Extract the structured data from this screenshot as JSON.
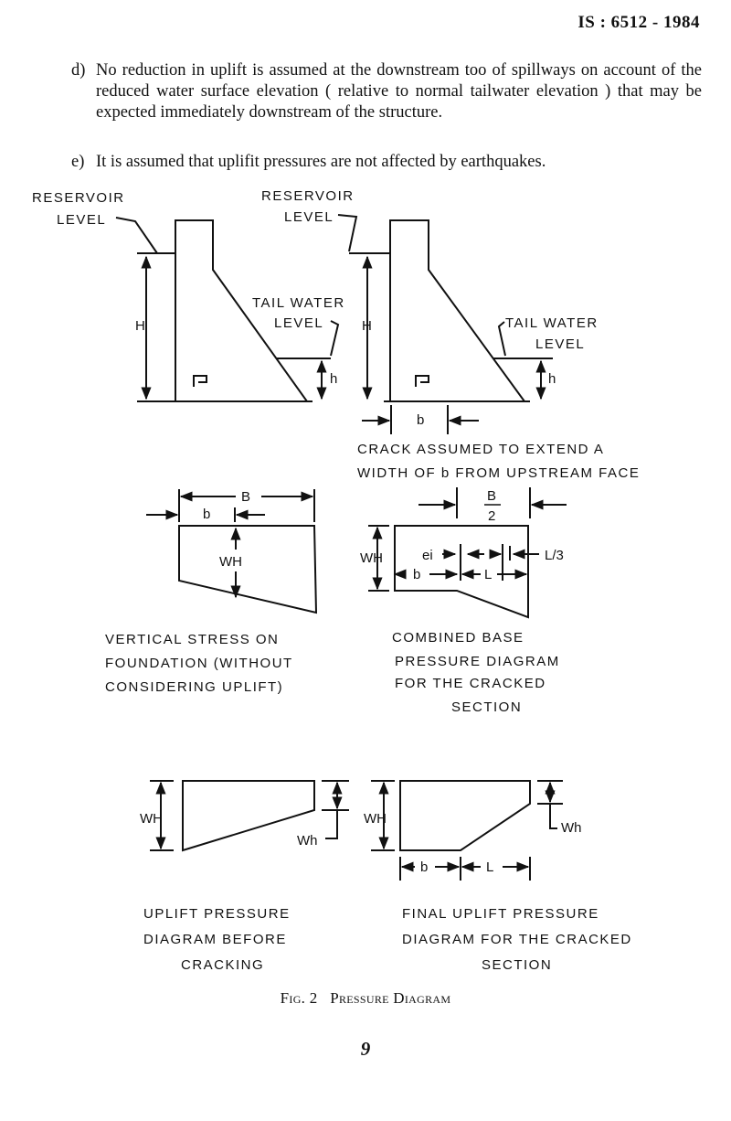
{
  "header": {
    "standard": "IS : 6512 - 1984"
  },
  "assumptions": [
    {
      "label": "d)",
      "text": "No reduction in uplift is assumed at the downstream too of spillways on account of the reduced water surface elevation ( relative to normal tailwater elevation ) that may be expected immediately downstream of the structure."
    },
    {
      "label": "e)",
      "text": "It is assumed that uplifit pressures are not affected by earthquakes."
    }
  ],
  "figure": {
    "labels": {
      "reservoir": "RESERVOIR",
      "level": "LEVEL",
      "tail_water": "TAIL WATER",
      "H": "H",
      "h": "h",
      "b": "b",
      "B": "B",
      "two": "2",
      "WH": "WH",
      "Wh": "Wh",
      "ei": "ei",
      "L": "L",
      "L3": "L/3"
    },
    "crack_note": [
      "CRACK ASSUMED TO EXTEND A",
      "WIDTH OF  b  FROM UPSTREAM FACE"
    ],
    "captions": {
      "vertical_stress": [
        "VERTICAL STRESS ON",
        "FOUNDATION (WITHOUT",
        "CONSIDERING UPLIFT)"
      ],
      "combined_base": [
        "COMBINED BASE",
        "PRESSURE DIAGRAM",
        "FOR THE CRACKED",
        "SECTION"
      ],
      "uplift_before": [
        "UPLIFT PRESSURE",
        "DIAGRAM BEFORE",
        "CRACKING"
      ],
      "final_uplift": [
        "FINAL UPLIFT PRESSURE",
        "DIAGRAM FOR THE CRACKED",
        "SECTION"
      ]
    },
    "caption_prefix": "Fig. 2",
    "caption_title": "Pressure Diagram"
  },
  "page_number": "9"
}
